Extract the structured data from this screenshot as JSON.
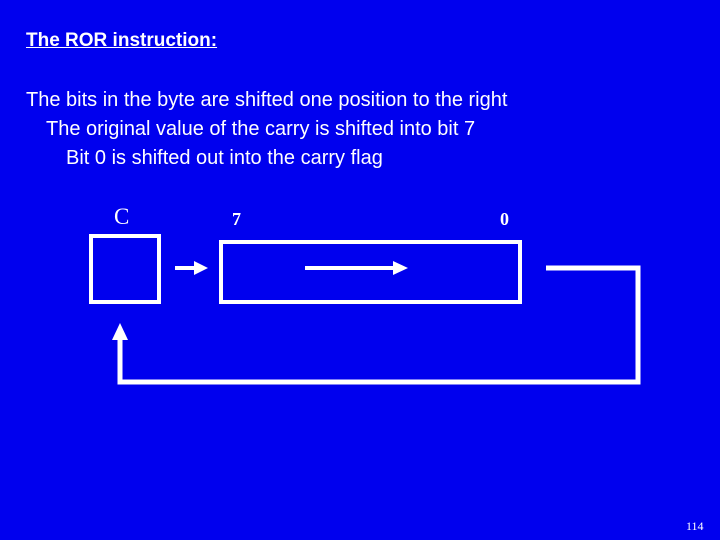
{
  "slide": {
    "title": "The ROR instruction:",
    "lines": [
      "The bits in the byte are shifted one  position to the right",
      "The original value of the carry is shifted  into bit 7",
      "Bit 0 is shifted out into the carry flag"
    ],
    "diagram": {
      "carry_label": "C",
      "bit7_label": "7",
      "bit0_label": "0"
    },
    "page_number": "114"
  },
  "colors": {
    "background": "#0000ee",
    "foreground": "#ffffff"
  }
}
